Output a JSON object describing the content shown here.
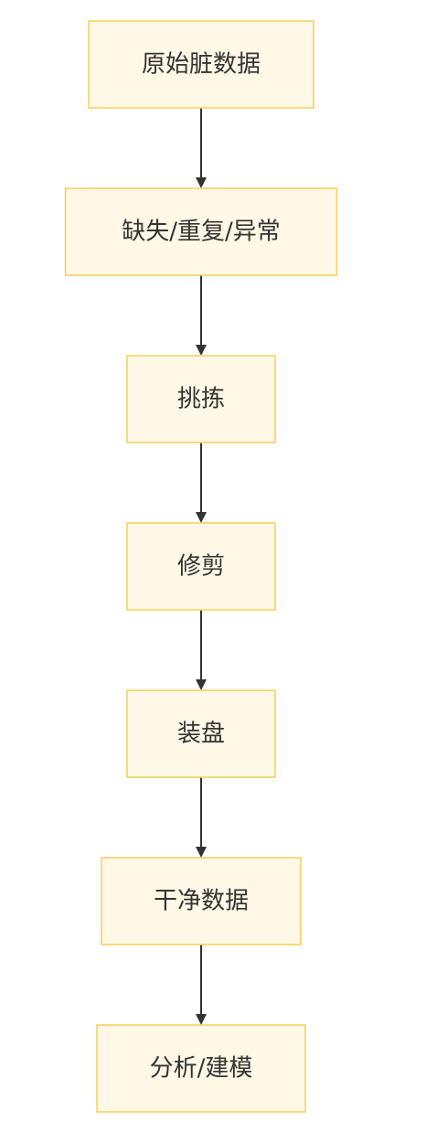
{
  "diagram": {
    "type": "flowchart",
    "direction": "top-to-bottom",
    "colors": {
      "node_fill": "#fff8e6",
      "node_border": "#f5cf5a",
      "text": "#333333",
      "edge": "#333333"
    },
    "nodes": [
      {
        "id": "raw",
        "label": "原始脏数据"
      },
      {
        "id": "issues",
        "label": "缺失/重复/异常"
      },
      {
        "id": "pick",
        "label": "挑拣"
      },
      {
        "id": "trim",
        "label": "修剪"
      },
      {
        "id": "plate",
        "label": "装盘"
      },
      {
        "id": "clean",
        "label": "干净数据"
      },
      {
        "id": "model",
        "label": "分析/建模"
      }
    ],
    "edges": [
      {
        "from": "raw",
        "to": "issues"
      },
      {
        "from": "issues",
        "to": "pick"
      },
      {
        "from": "pick",
        "to": "trim"
      },
      {
        "from": "trim",
        "to": "plate"
      },
      {
        "from": "plate",
        "to": "clean"
      },
      {
        "from": "clean",
        "to": "model"
      }
    ]
  }
}
